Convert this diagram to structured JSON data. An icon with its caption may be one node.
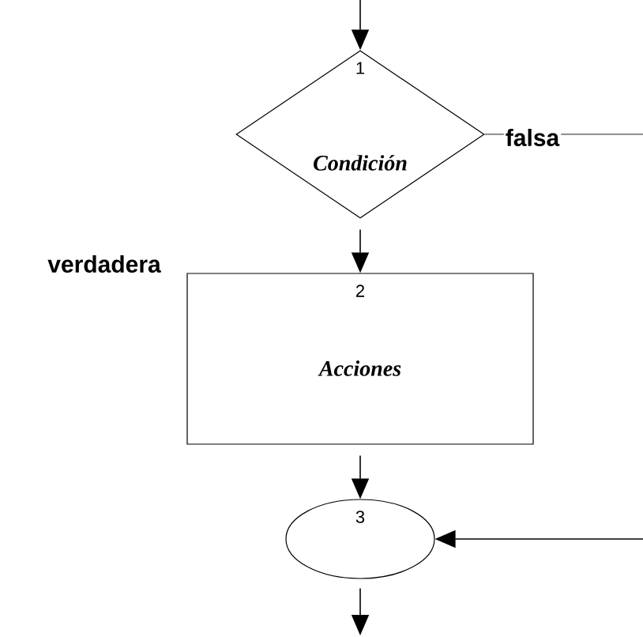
{
  "diagram": {
    "nodes": [
      {
        "text": [
          "1",
          "Condición"
        ]
      },
      {
        "text": [
          "2",
          "Acciones"
        ]
      },
      {
        "text": [
          "3"
        ]
      }
    ],
    "edges": [
      {
        "from": null,
        "to": 0,
        "arrow": "to"
      },
      {
        "from": 0,
        "to": 1,
        "arrow": "to"
      },
      {
        "from": 0,
        "to": null,
        "arrow": "none",
        "label": "falsa"
      },
      {
        "from": 1,
        "to": 2,
        "arrow": "to"
      },
      {
        "from": null,
        "to": 2,
        "arrow": "to"
      },
      {
        "from": 2,
        "to": null,
        "arrow": "to"
      }
    ],
    "labels": [
      "verdadera"
    ]
  }
}
